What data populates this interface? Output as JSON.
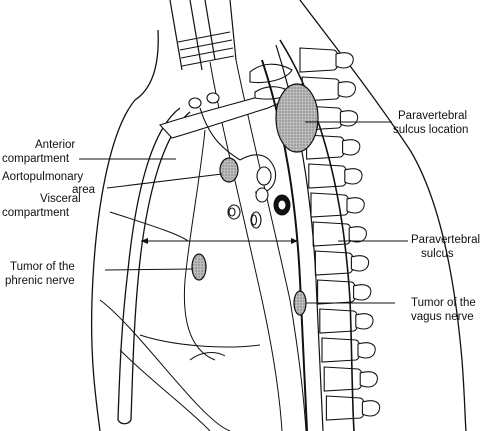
{
  "labels": {
    "anterior_1": "Anterior",
    "anterior_2": "compartment",
    "aorto_1": "Aortopulmonary",
    "aorto_2": "area",
    "visceral_1": "Visceral",
    "visceral_2": "compartment",
    "phrenic_1": "Tumor of the",
    "phrenic_2": "phrenic nerve",
    "pvsl_1": "Paravertebral",
    "pvsl_2": "sulcus location",
    "pvs_1": "Paravertebral",
    "pvs_2": "sulcus",
    "vagus_1": "Tumor of the",
    "vagus_2": "vagus nerve"
  }
}
